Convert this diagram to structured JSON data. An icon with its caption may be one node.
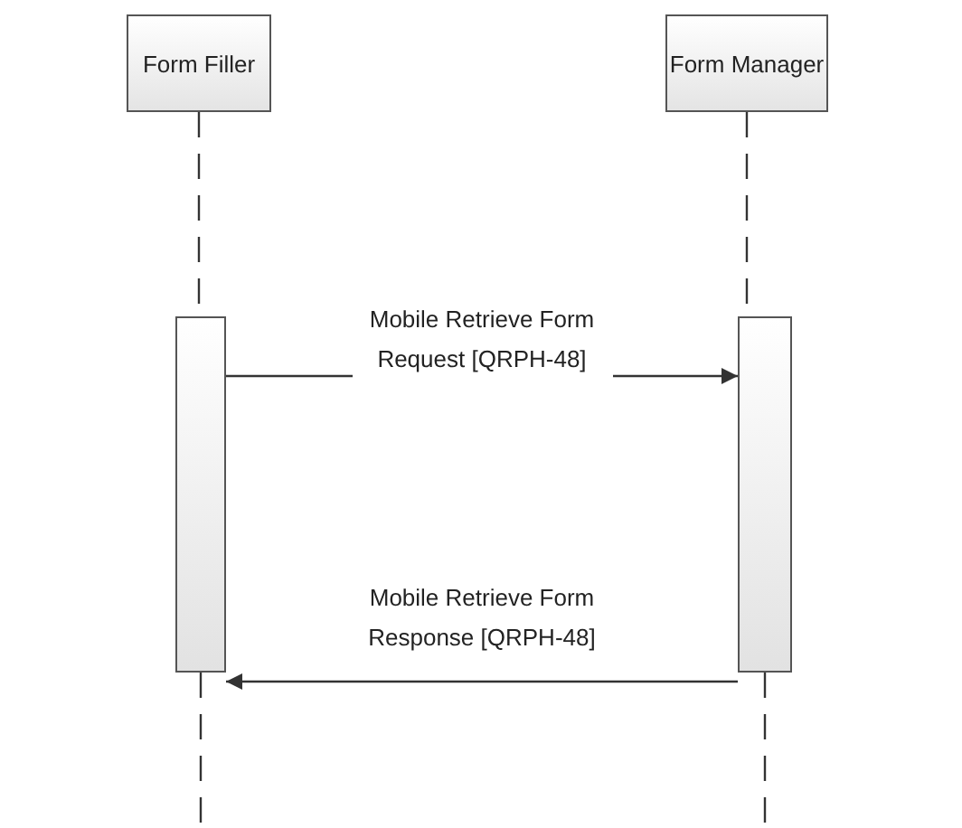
{
  "diagram": {
    "nodes": [
      {
        "text": [
          "Form Filler"
        ]
      },
      {
        "text": [
          "Form Manager"
        ]
      },
      {
        "text": [],
        "shape": "bar"
      },
      {
        "text": [],
        "shape": "bar"
      }
    ],
    "edges": [
      {
        "from": 0,
        "to": 2,
        "arrow": "none",
        "style": "dashed"
      },
      {
        "from": 2,
        "to": null,
        "arrow": "none",
        "style": "dashed"
      },
      {
        "from": 1,
        "to": 3,
        "arrow": "none",
        "style": "dashed"
      },
      {
        "from": 3,
        "to": null,
        "arrow": "none",
        "style": "dashed"
      },
      {
        "from": 2,
        "to": 3,
        "arrow": "to",
        "label": "Mobile Retrieve Form Request [QRPH-48]"
      },
      {
        "from": 3,
        "to": 2,
        "arrow": "to",
        "label": "Mobile Retrieve Form Response [QRPH-48]"
      }
    ]
  }
}
